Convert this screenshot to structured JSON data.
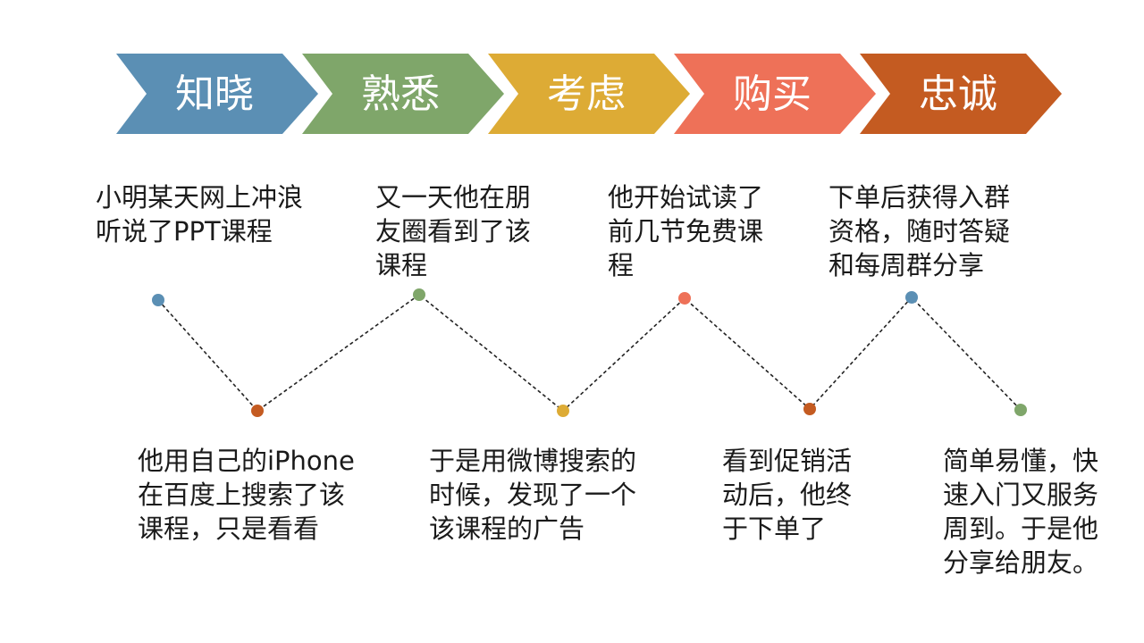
{
  "stages": [
    {
      "label": "知晓",
      "color": "#5b8fb4"
    },
    {
      "label": "熟悉",
      "color": "#7fa66a"
    },
    {
      "label": "考虑",
      "color": "#ddab35"
    },
    {
      "label": "购买",
      "color": "#ee7158"
    },
    {
      "label": "忠诚",
      "color": "#c45b21"
    }
  ],
  "notes": {
    "top": [
      "小明某天网上冲浪\n听说了PPT课程",
      "又一天他在朋\n友圈看到了该\n课程",
      "他开始试读了\n前几节免费课\n程",
      "下单后获得入群\n资格，随时答疑\n和每周群分享"
    ],
    "bottom": [
      "他用自己的iPhone\n在百度上搜索了该\n课程，只是看看",
      "于是用微博搜索的\n时候，发现了一个\n该课程的广告",
      "看到促销活\n动后，他终\n于下单了",
      "简单易懂，快\n速入门又服务\n周到。于是他\n分享给朋友。"
    ]
  },
  "timeline": {
    "dot_colors": [
      "#5b8fb4",
      "#c45b21",
      "#7fa66a",
      "#ddab35",
      "#ee7158",
      "#c45b21",
      "#5b8fb4",
      "#7fa66a"
    ],
    "line_color": "#222222"
  }
}
